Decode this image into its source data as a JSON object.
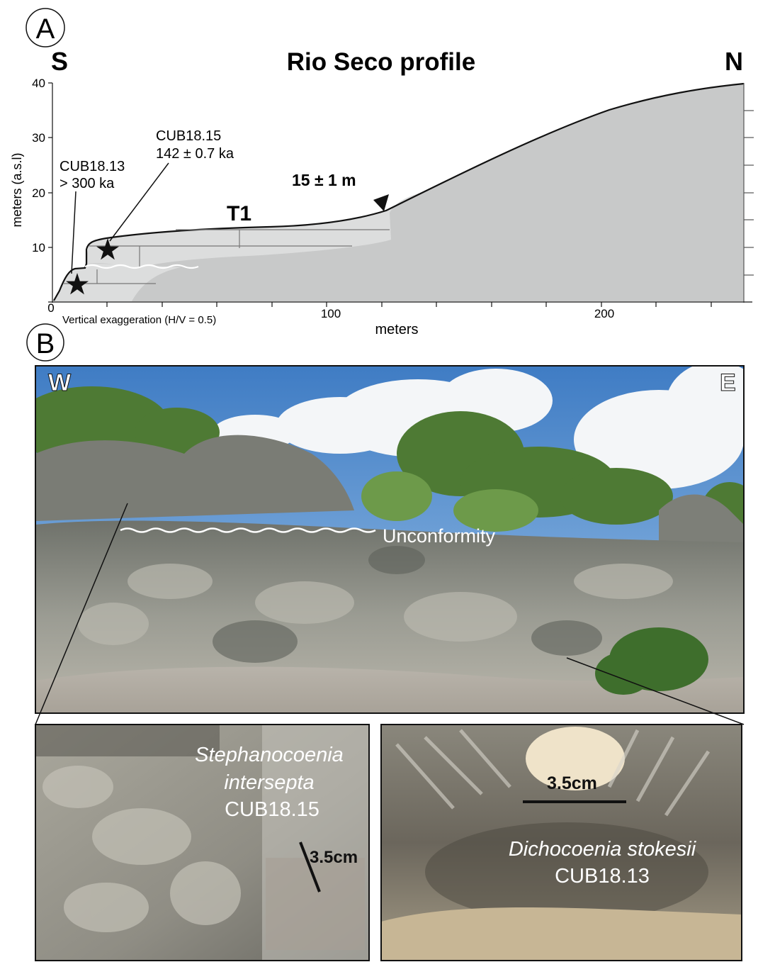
{
  "panel_a": {
    "letter": "A",
    "title": "Rio Seco profile",
    "left_dir": "S",
    "right_dir": "N",
    "y_axis_label": "meters (a.s.l)",
    "x_axis_label": "meters",
    "y_ticks": [
      "40",
      "30",
      "20",
      "10",
      "0"
    ],
    "x_ticks": [
      "100",
      "200"
    ],
    "vertical_exaggeration": "Vertical exaggeration (H/V = 0.5)",
    "terrace_label": "T1",
    "inner_edge_label": "15 ± 1 m",
    "sample_1": {
      "id": "CUB18.13",
      "age": "> 300 ka"
    },
    "sample_2": {
      "id": "CUB18.15",
      "age": "142 ± 0.7 ka"
    }
  },
  "panel_b": {
    "letter": "B",
    "left_dir": "W",
    "right_dir": "E",
    "unconformity_label": "Unconformity",
    "inset_left": {
      "genus": "Stephanocoenia",
      "species": "intersepta",
      "sample": "CUB18.15",
      "scale": "3.5cm"
    },
    "inset_right": {
      "taxon": "Dichocoenia stokesii",
      "sample": "CUB18.13",
      "scale": "3.5cm"
    }
  },
  "colors": {
    "terrain": "#c8c9c9",
    "terrace_fill": "#dcdddd",
    "sky": "#5f95cf",
    "rock": "#8d8f88",
    "vegetation": "#4e7a34",
    "sand": "#b3ada3"
  }
}
